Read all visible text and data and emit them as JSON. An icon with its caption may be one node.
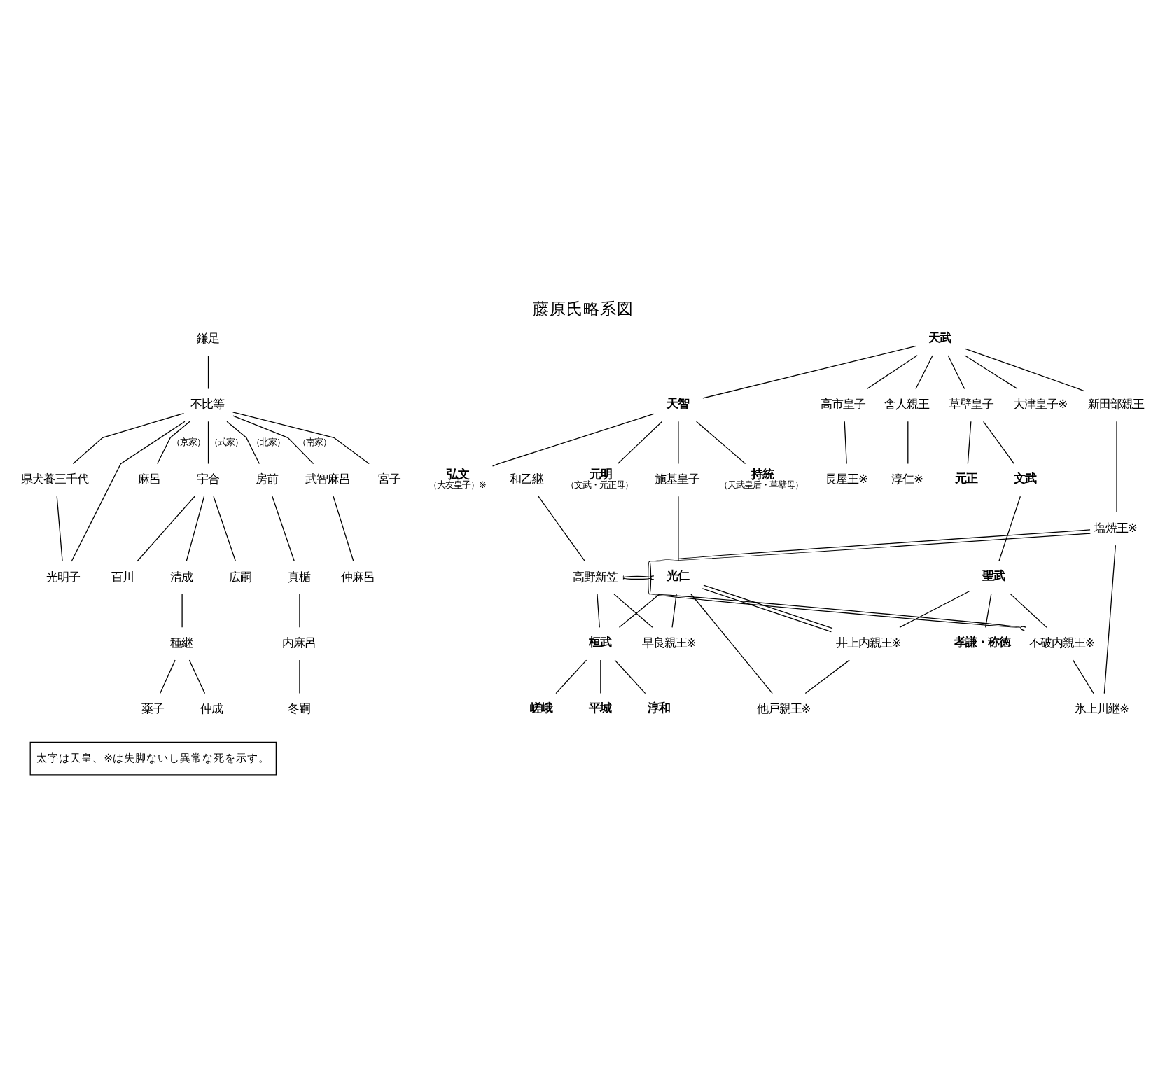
{
  "diagram": {
    "title": "藤原氏略系図",
    "nodes": [
      {
        "text": [
          "鎌足"
        ]
      },
      {
        "text": [
          "不比等"
        ]
      },
      {
        "text": [
          "県犬養三千代"
        ]
      },
      {
        "text": [
          "光明子"
        ]
      },
      {
        "text": [
          "麻呂"
        ]
      },
      {
        "text": [
          "宇合"
        ]
      },
      {
        "text": [
          "房前"
        ]
      },
      {
        "text": [
          "武智麻呂"
        ]
      },
      {
        "text": [
          "宮子"
        ]
      },
      {
        "text": [
          "仲麻呂"
        ]
      },
      {
        "text": [
          "百川"
        ]
      },
      {
        "text": [
          "清成"
        ]
      },
      {
        "text": [
          "広嗣"
        ]
      },
      {
        "text": [
          "真楯"
        ]
      },
      {
        "text": [
          "内麻呂"
        ]
      },
      {
        "text": [
          "冬嗣"
        ]
      },
      {
        "text": [
          "種継"
        ]
      },
      {
        "text": [
          "薬子"
        ]
      },
      {
        "text": [
          "仲成"
        ]
      },
      {
        "text": [
          "天武"
        ]
      },
      {
        "text": [
          "天智"
        ]
      },
      {
        "text": [
          "新田部親王"
        ]
      },
      {
        "text": [
          "高市皇子"
        ]
      },
      {
        "text": [
          "舎人親王"
        ]
      },
      {
        "text": [
          "大津皇子※"
        ]
      },
      {
        "text": [
          "草壁皇子"
        ]
      },
      {
        "text": [
          "元明",
          "（文武・元正母）"
        ]
      },
      {
        "text": [
          "持統",
          "（天武皇后・草壁母）"
        ]
      },
      {
        "text": [
          "施基皇子"
        ]
      },
      {
        "text": [
          "弘文",
          "（大友皇子）※"
        ]
      },
      {
        "text": [
          "長屋王※"
        ]
      },
      {
        "text": [
          "淳仁※"
        ]
      },
      {
        "text": [
          "元正"
        ]
      },
      {
        "text": [
          "文武"
        ]
      },
      {
        "text": [
          "聖武"
        ]
      },
      {
        "text": [
          "塩焼王※"
        ]
      },
      {
        "text": [
          "不破内親王※"
        ]
      },
      {
        "text": [
          "孝謙・称徳"
        ]
      },
      {
        "text": [
          "井上内親王※"
        ]
      },
      {
        "text": [
          "光仁"
        ]
      },
      {
        "text": [
          "和乙継"
        ]
      },
      {
        "text": [
          "高野新笠"
        ]
      },
      {
        "text": [
          "氷上川継※"
        ]
      },
      {
        "text": [
          "他戸親王※"
        ]
      },
      {
        "text": [
          "早良親王※"
        ]
      },
      {
        "text": [
          "桓武"
        ]
      },
      {
        "text": [
          "淳和"
        ]
      },
      {
        "text": [
          "嵯峨"
        ]
      },
      {
        "text": [
          "平城"
        ]
      }
    ],
    "edges": [
      {
        "from": 0,
        "to": 1,
        "arrow": "none"
      },
      {
        "from": 1,
        "to": 2,
        "arrow": "none"
      },
      {
        "from": 1,
        "to": 3,
        "arrow": "none"
      },
      {
        "from": 2,
        "to": 3,
        "arrow": "none"
      },
      {
        "from": 1,
        "to": 4,
        "arrow": "none",
        "label": "（京家）"
      },
      {
        "from": 1,
        "to": 5,
        "arrow": "none",
        "label": "（式家）"
      },
      {
        "from": 1,
        "to": 6,
        "arrow": "none",
        "label": "（北家）"
      },
      {
        "from": 1,
        "to": 7,
        "arrow": "none",
        "label": "（南家）"
      },
      {
        "from": 1,
        "to": 8,
        "arrow": "none"
      },
      {
        "from": 7,
        "to": 9,
        "arrow": "none"
      },
      {
        "from": 5,
        "to": 10,
        "arrow": "none"
      },
      {
        "from": 5,
        "to": 11,
        "arrow": "none"
      },
      {
        "from": 5,
        "to": 12,
        "arrow": "none"
      },
      {
        "from": 6,
        "to": 13,
        "arrow": "none"
      },
      {
        "from": 13,
        "to": 14,
        "arrow": "none"
      },
      {
        "from": 14,
        "to": 15,
        "arrow": "none"
      },
      {
        "from": 11,
        "to": 16,
        "arrow": "none"
      },
      {
        "from": 16,
        "to": 17,
        "arrow": "none"
      },
      {
        "from": 16,
        "to": 18,
        "arrow": "none"
      },
      {
        "from": 19,
        "to": 20,
        "arrow": "none"
      },
      {
        "from": 19,
        "to": 21,
        "arrow": "none"
      },
      {
        "from": 19,
        "to": 22,
        "arrow": "none"
      },
      {
        "from": 19,
        "to": 23,
        "arrow": "none"
      },
      {
        "from": 19,
        "to": 24,
        "arrow": "none"
      },
      {
        "from": 19,
        "to": 25,
        "arrow": "none"
      },
      {
        "from": 20,
        "to": 26,
        "arrow": "none"
      },
      {
        "from": 20,
        "to": 27,
        "arrow": "none"
      },
      {
        "from": 20,
        "to": 28,
        "arrow": "none"
      },
      {
        "from": 20,
        "to": 29,
        "arrow": "none"
      },
      {
        "from": 22,
        "to": 30,
        "arrow": "none"
      },
      {
        "from": 23,
        "to": 31,
        "arrow": "none"
      },
      {
        "from": 25,
        "to": 32,
        "arrow": "none"
      },
      {
        "from": 25,
        "to": 33,
        "arrow": "none"
      },
      {
        "from": 33,
        "to": 34,
        "arrow": "none"
      },
      {
        "from": 21,
        "to": 35,
        "arrow": "none"
      },
      {
        "from": 34,
        "to": 36,
        "arrow": "none"
      },
      {
        "from": 34,
        "to": 37,
        "arrow": "none"
      },
      {
        "from": 34,
        "to": 38,
        "arrow": "none"
      },
      {
        "from": 28,
        "to": 39,
        "arrow": "none"
      },
      {
        "from": 40,
        "to": 41,
        "arrow": "none"
      },
      {
        "from": 35,
        "to": 36,
        "arrow": "none"
      },
      {
        "from": 35,
        "to": 42,
        "arrow": "none"
      },
      {
        "from": 36,
        "to": 42,
        "arrow": "none"
      },
      {
        "from": 38,
        "to": 39,
        "arrow": "none"
      },
      {
        "from": 38,
        "to": 43,
        "arrow": "none"
      },
      {
        "from": 39,
        "to": 43,
        "arrow": "none"
      },
      {
        "from": 39,
        "to": 41,
        "arrow": "none"
      },
      {
        "from": 39,
        "to": 44,
        "arrow": "none"
      },
      {
        "from": 41,
        "to": 44,
        "arrow": "none"
      },
      {
        "from": 39,
        "to": 45,
        "arrow": "none"
      },
      {
        "from": 41,
        "to": 45,
        "arrow": "none"
      },
      {
        "from": 45,
        "to": 46,
        "arrow": "none"
      },
      {
        "from": 45,
        "to": 47,
        "arrow": "none"
      },
      {
        "from": 45,
        "to": 48,
        "arrow": "none"
      }
    ],
    "labels": [
      "太字は天皇、※は失脚ないし異常な死を示す。"
    ]
  }
}
